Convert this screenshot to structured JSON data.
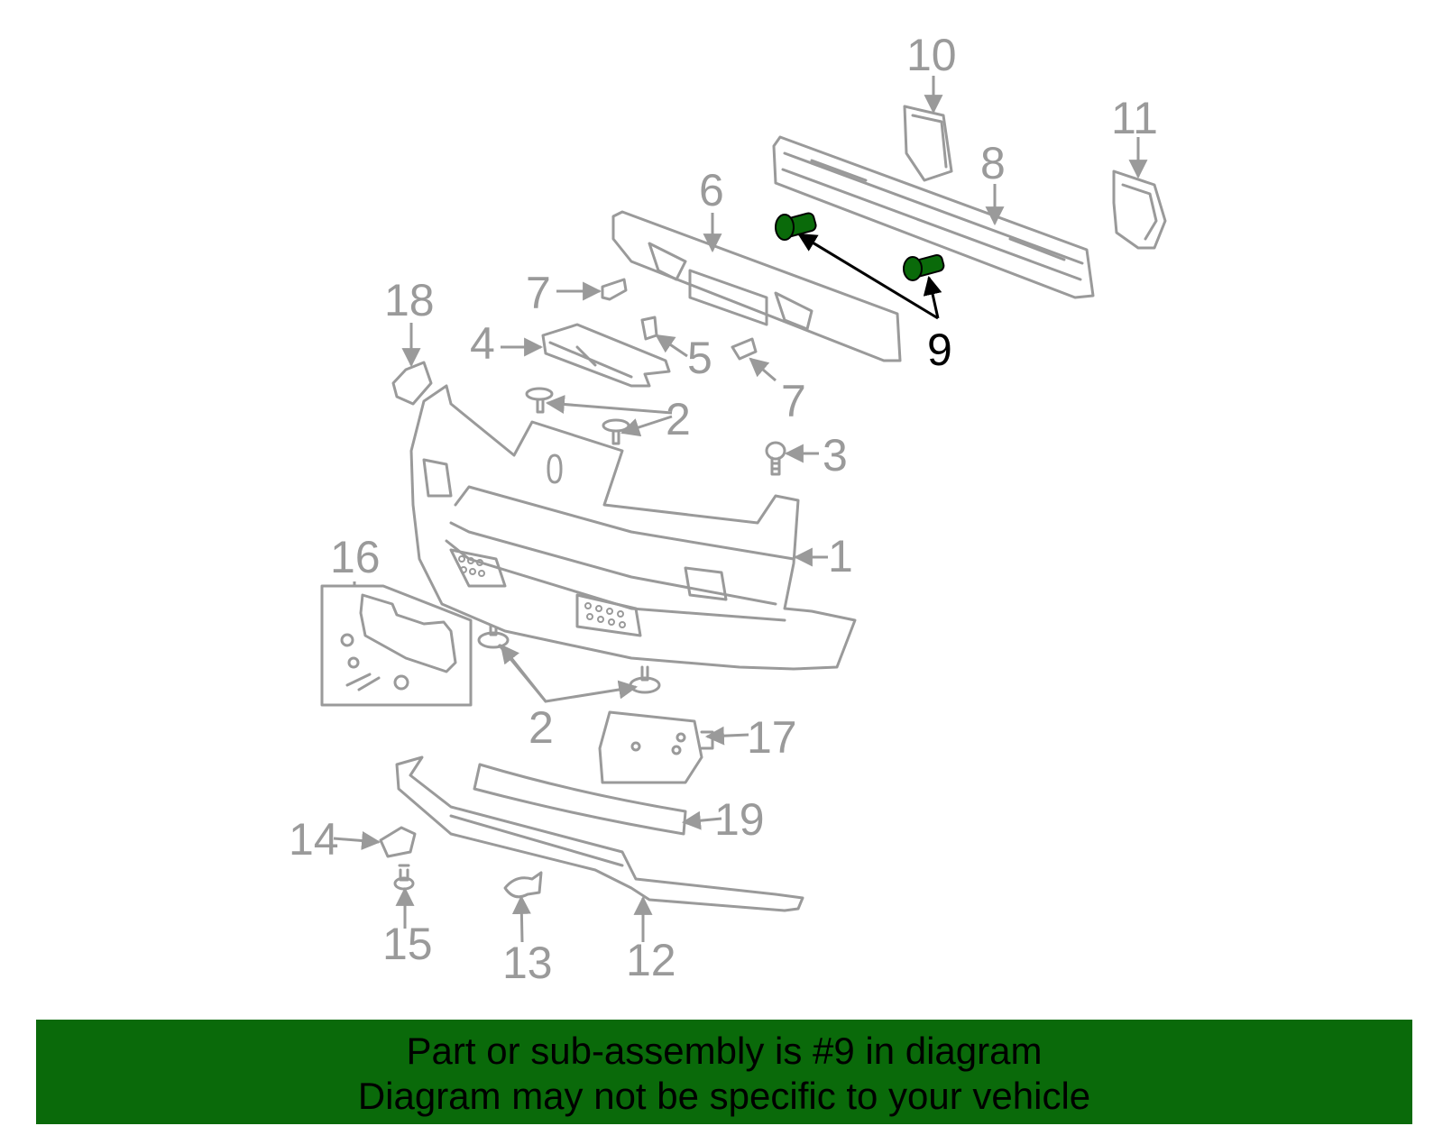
{
  "callouts": {
    "c1": "1",
    "c2a": "2",
    "c2b": "2",
    "c3": "3",
    "c4": "4",
    "c5": "5",
    "c6": "6",
    "c7a": "7",
    "c7b": "7",
    "c8": "8",
    "c9": "9",
    "c10": "10",
    "c11": "11",
    "c12": "12",
    "c13": "13",
    "c14": "14",
    "c15": "15",
    "c16": "16",
    "c17": "17",
    "c18": "18",
    "c19": "19"
  },
  "highlight": {
    "part_number": "9",
    "color": "#0a6a0a"
  },
  "banner": {
    "line1": "Part or sub-assembly is #9 in diagram",
    "line2": "Diagram may not be specific to your vehicle"
  }
}
